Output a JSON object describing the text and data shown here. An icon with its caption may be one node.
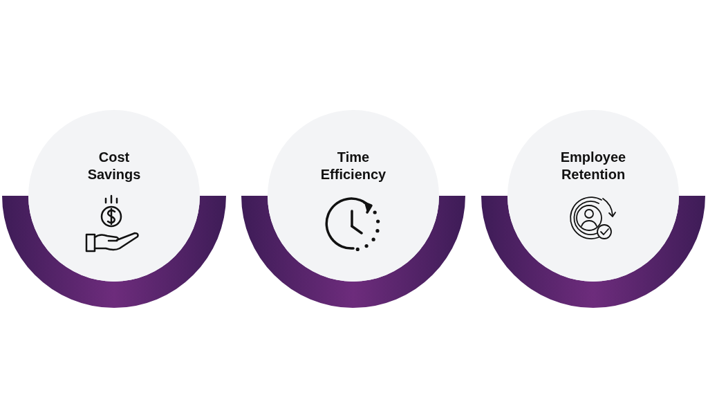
{
  "diagram": {
    "nodes": [
      {
        "text": [
          "Cost Savings"
        ]
      },
      {
        "text": [
          "Time Efficiency"
        ]
      },
      {
        "text": [
          "Employee Retention"
        ]
      }
    ]
  }
}
